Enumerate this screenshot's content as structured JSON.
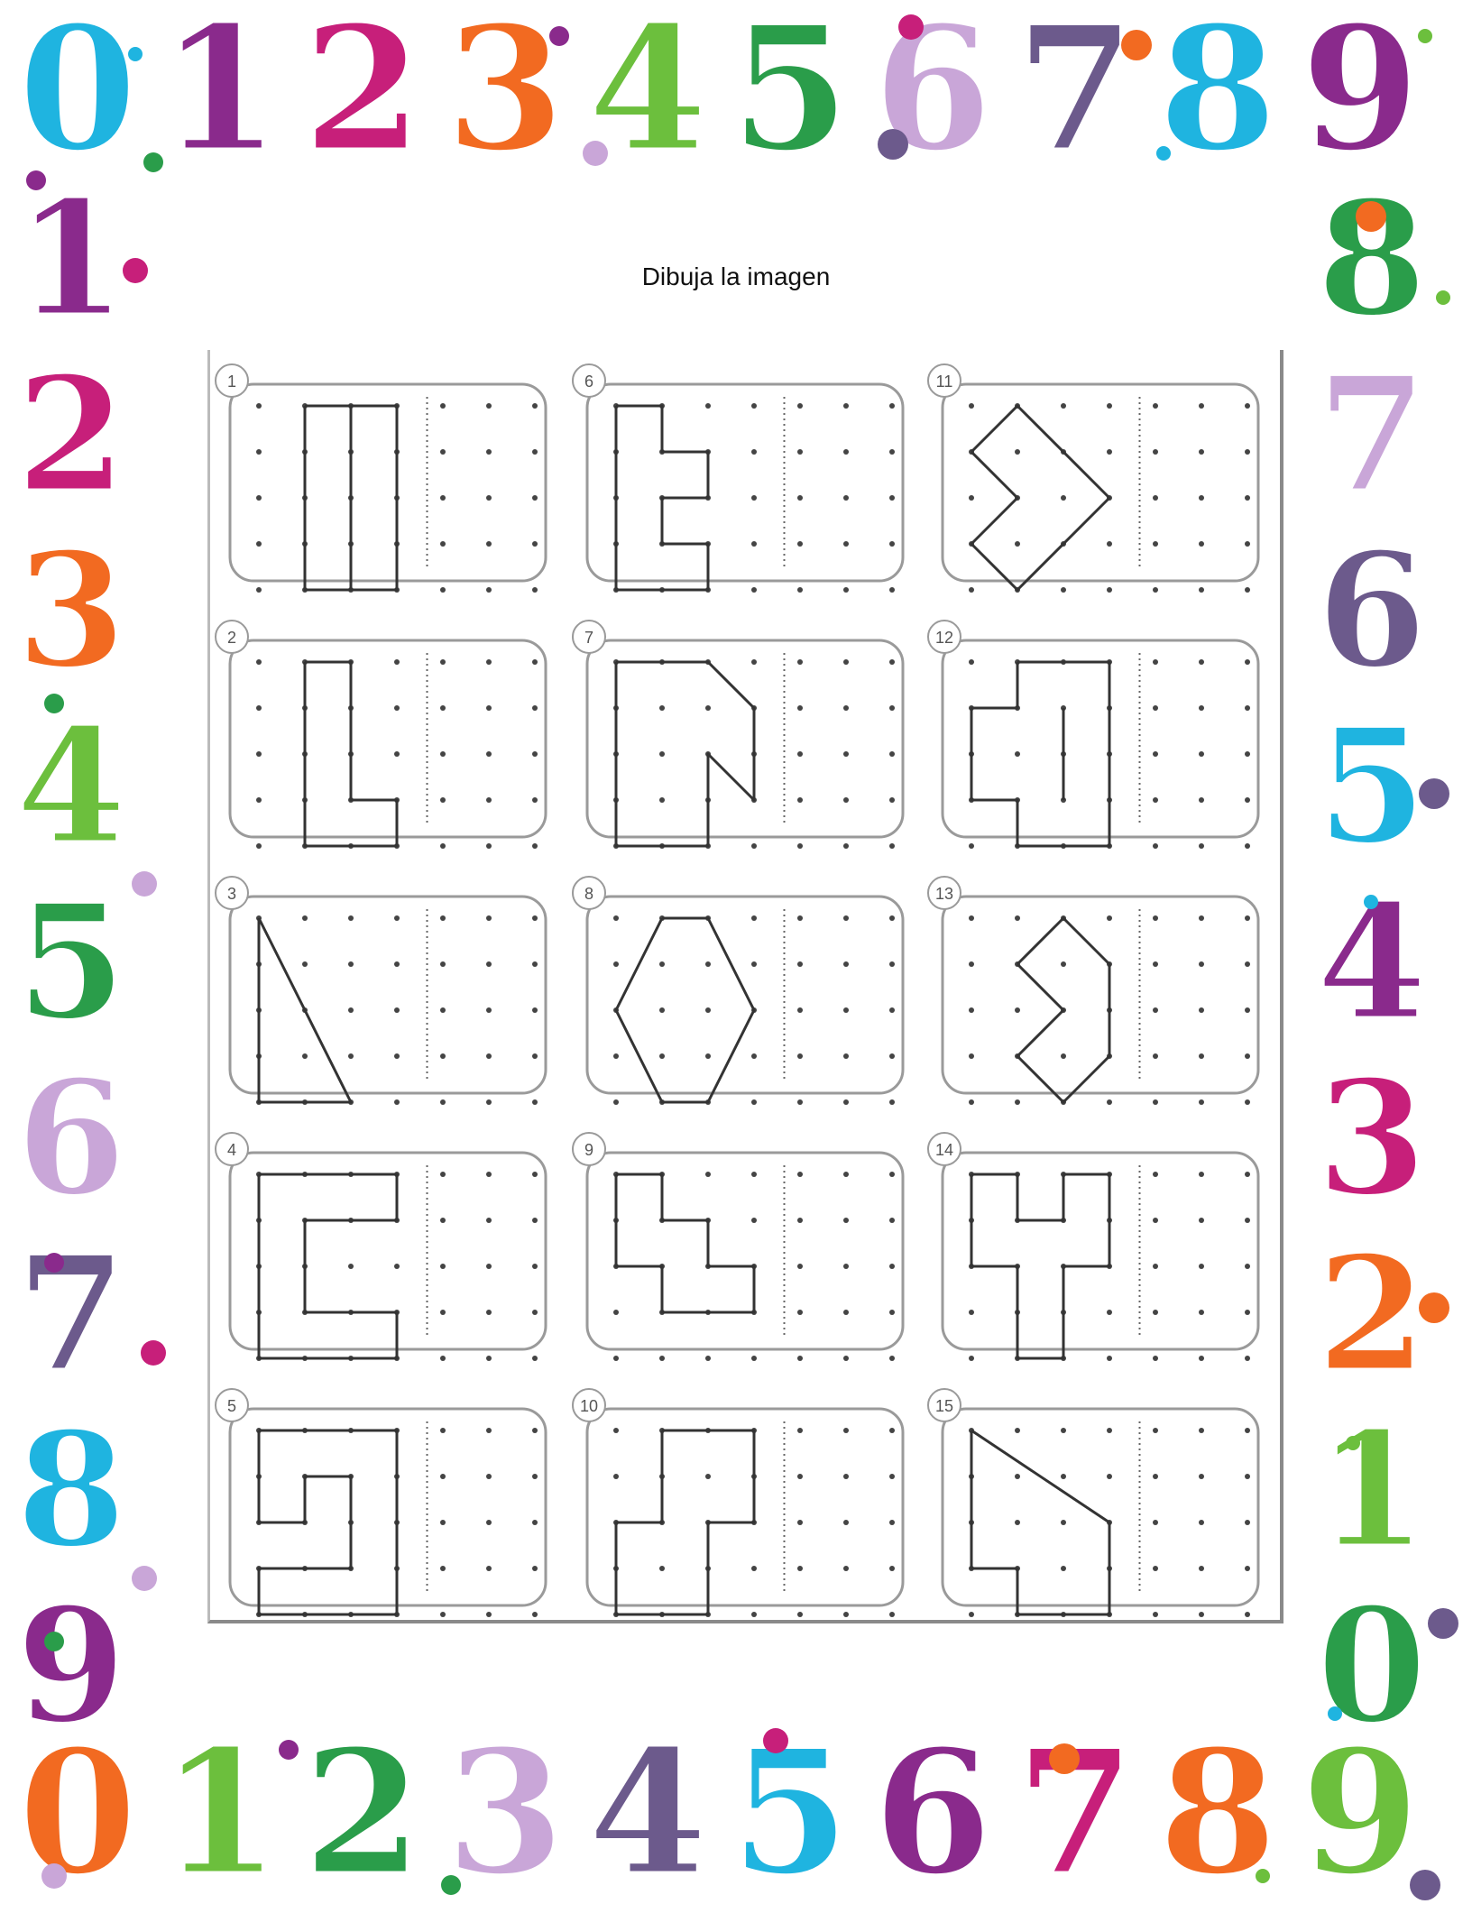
{
  "page": {
    "title": "Dibuja la imagen"
  },
  "border": {
    "top_digits": [
      "0",
      "1",
      "2",
      "3",
      "4",
      "5",
      "6",
      "7",
      "8",
      "9"
    ],
    "bottom_digits": [
      "0",
      "1",
      "2",
      "3",
      "4",
      "5",
      "6",
      "7",
      "8",
      "9"
    ],
    "left_digits": [
      "1",
      "2",
      "3",
      "4",
      "5",
      "6",
      "7",
      "8",
      "9"
    ],
    "right_digits": [
      "8",
      "7",
      "6",
      "5",
      "4",
      "3",
      "2",
      "1",
      "0"
    ],
    "palette": [
      "#1fb4e0",
      "#8a2a8c",
      "#c71f7a",
      "#f26a21",
      "#6cbf3d",
      "#2a9d4a",
      "#c9a6d8",
      "#6c5a8c"
    ]
  },
  "exercises": [
    {
      "number": "1",
      "shape": "double-rectangle"
    },
    {
      "number": "2",
      "shape": "l-shape"
    },
    {
      "number": "3",
      "shape": "right-triangle"
    },
    {
      "number": "4",
      "shape": "c-shape"
    },
    {
      "number": "5",
      "shape": "spiral"
    },
    {
      "number": "6",
      "shape": "step-shape"
    },
    {
      "number": "7",
      "shape": "cut-corner-shape"
    },
    {
      "number": "8",
      "shape": "hexagon"
    },
    {
      "number": "9",
      "shape": "zigzag-step"
    },
    {
      "number": "10",
      "shape": "s-shape"
    },
    {
      "number": "11",
      "shape": "arrow"
    },
    {
      "number": "12",
      "shape": "cross-shape"
    },
    {
      "number": "13",
      "shape": "heart-half"
    },
    {
      "number": "14",
      "shape": "t-shape"
    },
    {
      "number": "15",
      "shape": "slanted-step"
    }
  ]
}
